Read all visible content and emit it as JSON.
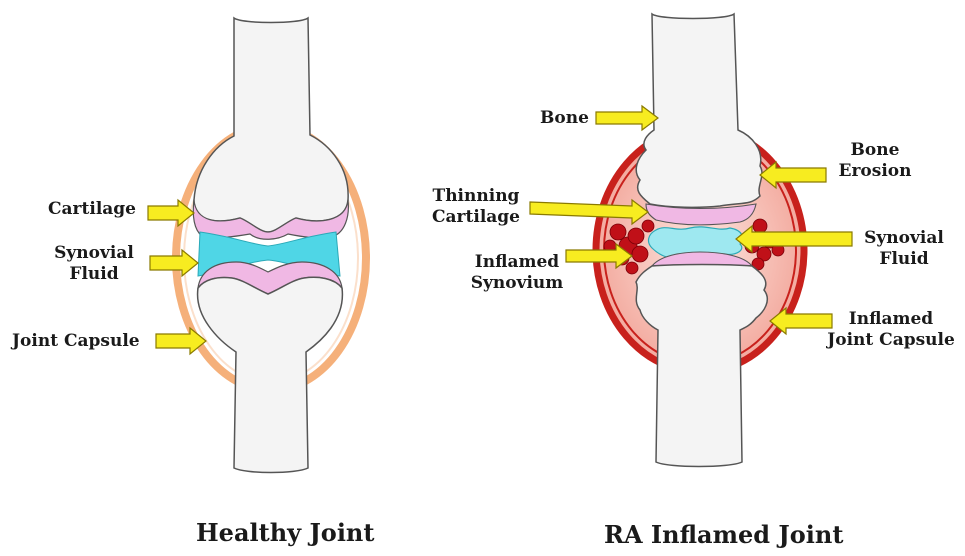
{
  "healthy": {
    "title": "Healthy Joint",
    "labels": {
      "cartilage": "Cartilage",
      "synovial_fluid_1": "Synovial",
      "synovial_fluid_2": "Fluid",
      "joint_capsule": "Joint Capsule"
    }
  },
  "ra": {
    "title": "RA Inflamed Joint",
    "labels": {
      "bone": "Bone",
      "bone_erosion_1": "Bone",
      "bone_erosion_2": "Erosion",
      "thinning_cartilage_1": "Thinning",
      "thinning_cartilage_2": "Cartilage",
      "synovial_fluid_1": "Synovial",
      "synovial_fluid_2": "Fluid",
      "inflamed_synovium_1": "Inflamed",
      "inflamed_synovium_2": "Synovium",
      "inflamed_capsule_1": "Inflamed",
      "inflamed_capsule_2": "Joint Capsule"
    }
  },
  "colors": {
    "bone_fill": "#f4f4f4",
    "bone_stroke": "#555555",
    "cartilage": "#f0b8e4",
    "synovial_fluid": "#4fd6e6",
    "healthy_capsule": "#f5b07a",
    "inflamed_capsule": "#c8211c",
    "inflamed_glow": "#f7c2b8",
    "synovium": "#c01018",
    "arrow_fill": "#f7ec20",
    "arrow_stroke": "#8a7a00"
  }
}
